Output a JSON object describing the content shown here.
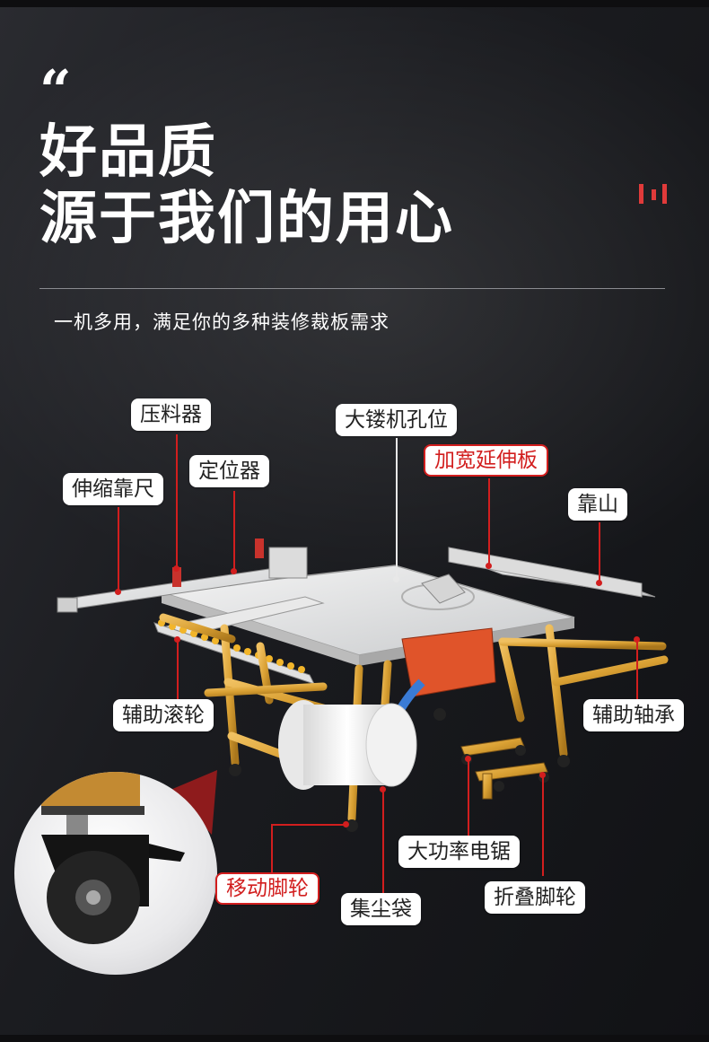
{
  "header": {
    "quote_mark": "“",
    "title_line1": "好品质",
    "title_line2": "源于我们的用心",
    "subtitle": "一机多用，满足你的多种装修裁板需求"
  },
  "colors": {
    "accent": "#d21e1e",
    "frame": "#d9a033",
    "background": "#1b1c20"
  },
  "labels": {
    "pressing_device": "压料器",
    "router_hole": "大镂机孔位",
    "positioner": "定位器",
    "extension_board": "加宽延伸板",
    "telescopic_ruler": "伸缩靠尺",
    "fence": "靠山",
    "auxiliary_rollers": "辅助滚轮",
    "auxiliary_bearing": "辅助轴承",
    "high_power_saw": "大功率电锯",
    "mobile_casters": "移动脚轮",
    "folding_casters": "折叠脚轮",
    "dust_bag": "集尘袋"
  }
}
